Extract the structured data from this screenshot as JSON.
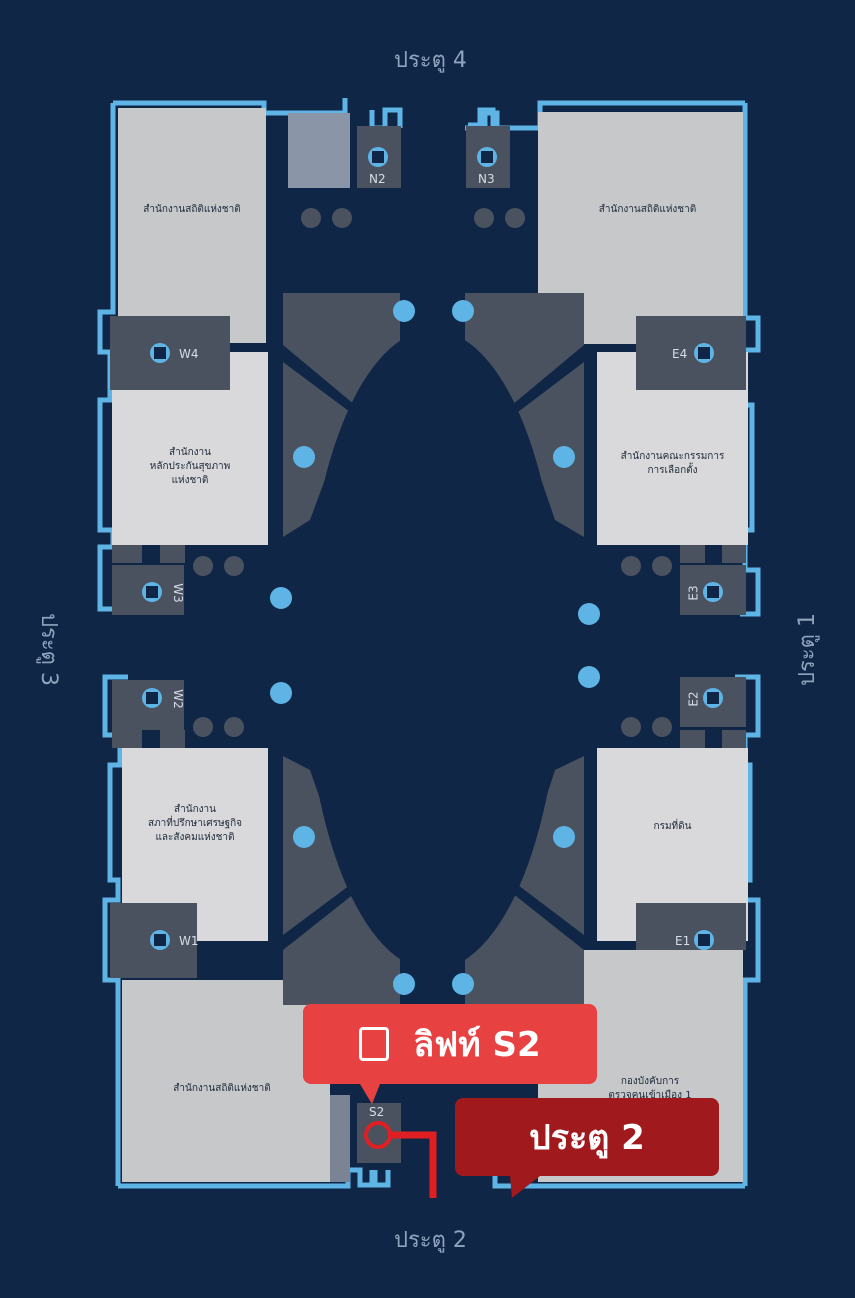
{
  "gates": {
    "top": "ประตู 4",
    "bottom": "ประตู 2",
    "left": "ประตู 3",
    "right": "ประตู 1"
  },
  "rooms": {
    "nw_top": "สำนักงานสถิติแห่งชาติ",
    "ne_top": "สำนักงานสถิติแห่งชาติ",
    "w_mid": "สำนักงาน\nหลักประกันสุขภาพ\nแห่งชาติ",
    "e_mid": "สำนักงานคณะกรรมการ\nการเลือกตั้ง",
    "w_low": "สำนักงาน\nสภาที่ปรึกษาเศรษฐกิจ\nและสังคมแห่งชาติ",
    "e_low": "กรมที่ดิน",
    "sw_bottom": "สำนักงานสถิติแห่งชาติ",
    "se_bottom": "กองบังคับการ\nตรวจคนเข้าเมือง 1"
  },
  "lifts": {
    "n2": "N2",
    "n3": "N3",
    "w4": "W4",
    "e4": "E4",
    "w3": "W3",
    "e3": "E3",
    "w2": "W2",
    "e2": "E2",
    "w1": "W1",
    "e1": "E1",
    "s2": "S2"
  },
  "callouts": {
    "lift": "ลิฟท์ S2",
    "gate": "ประตู 2"
  },
  "colors": {
    "background": "#0f2647",
    "outline": "#5fb4e6",
    "room": "#c7c8ca",
    "room_light": "#d9d9db",
    "dark_block": "#4a5260",
    "icon": "#5fb4e6",
    "callout_lift": "#e84142",
    "callout_gate": "#a0191c",
    "route": "#e01f22"
  },
  "icons": [
    "elevator-icon",
    "wheelchair-icon",
    "restroom-icon",
    "escalator-icon",
    "stairs-icon"
  ]
}
